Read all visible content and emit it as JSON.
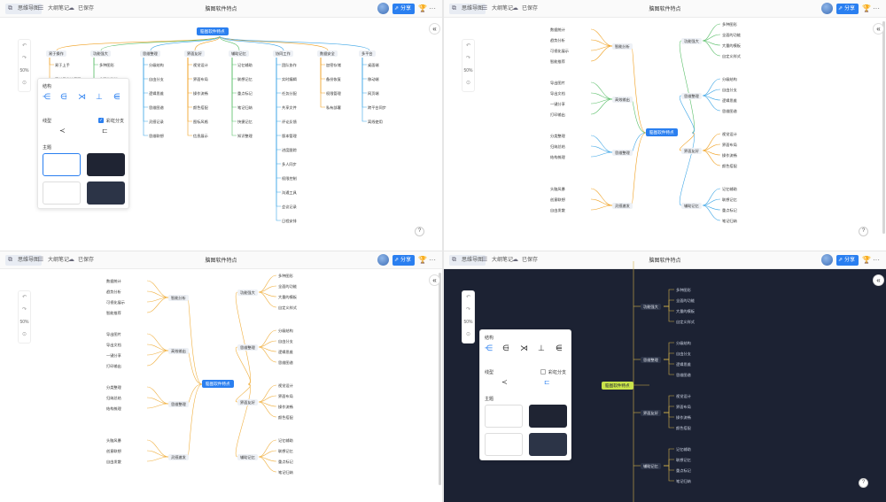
{
  "toolbar": {
    "tab_mindmap": "思维导图",
    "tab_outline": "大纲笔记",
    "tab_saved": "已保存",
    "title": "脑图软件特点",
    "share": "分享",
    "zoom": "50%"
  },
  "root": "脑图软件特点",
  "top_branches": [
    {
      "label": "易于操作",
      "children": [
        "易于上手",
        "简单易学的界面"
      ]
    },
    {
      "label": "功能强大",
      "children": [
        "多种图形",
        "全面的功能",
        "大量的模板"
      ]
    },
    {
      "label": "思维整理",
      "children": [
        "分级结构",
        "自由分支",
        "逻辑思维",
        "思维图谱",
        "灵感记录",
        "思维联想"
      ]
    },
    {
      "label": "界面友好",
      "children": [
        "视觉设计",
        "界面布局",
        "操作流畅",
        "颜色搭配",
        "图标风格",
        "信息展示"
      ]
    },
    {
      "label": "辅助记忆",
      "children": [
        "记忆辅助",
        "联想记忆",
        "重点标记",
        "笔记归纳",
        "快捷记忆",
        "知识整理"
      ]
    },
    {
      "label": "协同工作",
      "children": [
        "团队协作",
        "实时编辑",
        "任务分配",
        "共享文件",
        "评论反馈",
        "版本管理",
        "进度跟踪",
        "多人同步",
        "权限控制",
        "沟通工具",
        "会议记录",
        "日程安排"
      ]
    },
    {
      "label": "数据安全",
      "children": [
        "加密存储",
        "备份恢复",
        "权限管理",
        "私有部署"
      ]
    },
    {
      "label": "多平台",
      "children": [
        "桌面端",
        "移动端",
        "网页端",
        "跨平台同步",
        "离线使用"
      ]
    }
  ],
  "left_branches": [
    {
      "label": "智能分析",
      "children": [
        "数据统计",
        "趋势分析",
        "可视化展示",
        "智能推荐"
      ]
    },
    {
      "label": "高效输出",
      "children": [
        "导出图片",
        "导出文档",
        "一键分享",
        "打印输出"
      ]
    },
    {
      "label": "思维整理",
      "children": [
        "分类整理",
        "归纳总结",
        "结构梳理"
      ]
    },
    {
      "label": "灵感激发",
      "children": [
        "头脑风暴",
        "创意联想",
        "自由发散"
      ]
    }
  ],
  "right_branches": [
    {
      "label": "功能强大",
      "children": [
        "多种图形",
        "全面的功能",
        "大量的模板",
        "自定义样式"
      ]
    },
    {
      "label": "思维整理",
      "children": [
        "分级结构",
        "自由分支",
        "逻辑思维",
        "思维图谱"
      ]
    },
    {
      "label": "界面友好",
      "children": [
        "视觉设计",
        "界面布局",
        "操作流畅",
        "颜色搭配"
      ]
    },
    {
      "label": "辅助记忆",
      "children": [
        "记忆辅助",
        "联想记忆",
        "重点标记",
        "笔记归纳"
      ]
    }
  ],
  "style_panel": {
    "structure": "结构",
    "line_type": "线型",
    "color_branch": "彩虹分支",
    "theme": "主题"
  },
  "colors": {
    "accent": "#2a7ff0",
    "branch_orange": "#f0a020",
    "branch_green": "#5bbf6a",
    "branch_blue": "#3ea6e6",
    "dark_bg": "#1c2233",
    "lime_root": "#c9e34a"
  }
}
